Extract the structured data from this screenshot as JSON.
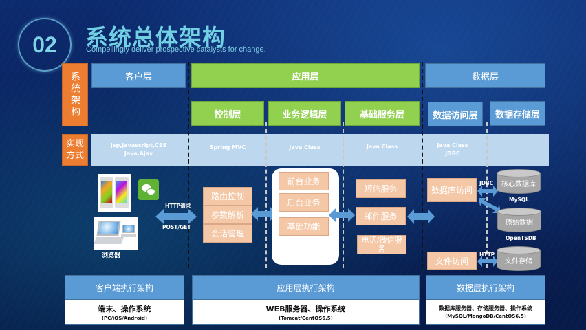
{
  "header": {
    "section_number": "02",
    "title": "系统总体架构",
    "subtitle": "Compellingly deliver prospective catalysts for change."
  },
  "row_labels": {
    "architecture": "系统架构",
    "implementation": "实现方式"
  },
  "layers": {
    "client": "客户层",
    "application": "应用层",
    "data": "数据层"
  },
  "sublayers": {
    "control": "控制层",
    "business_logic": "业务逻辑层",
    "base_service": "基础服务层",
    "data_access": "数据访问层",
    "data_storage": "数据存储层"
  },
  "implementation": {
    "client_line1": "Jsp,Javascript,CSS",
    "client_line2": "Java,Ajax",
    "control": "Spring MVC",
    "business_logic": "Java Class",
    "base_service": "Java Class",
    "data_access_line1": "Java Class",
    "data_access_line2": "JDBC"
  },
  "client": {
    "protocol_top": "HTTP请求",
    "protocol_bottom": "POST/GET",
    "browser_label": "浏览器",
    "icons": [
      "smartphone-icon",
      "wechat-icon",
      "laptop-icon"
    ]
  },
  "control_items": [
    "路由控制",
    "参数解析",
    "会话管理"
  ],
  "business_items": [
    "前台业务",
    "后台业务",
    "基础功能"
  ],
  "service_items": [
    "短信服务",
    "邮件服务",
    "电话/微信服务"
  ],
  "data_access_items": [
    "数据库访问",
    "文件访问"
  ],
  "storage": {
    "core_db": "核心数据库",
    "core_db_tech": "MySQL",
    "raw_data": "原始数据",
    "raw_data_tech": "OpenTSDB",
    "file_storage": "文件存储",
    "jdbc_label": "JDBC",
    "http_label": "HTTP"
  },
  "execution": {
    "client": {
      "title": "客户端执行架构",
      "main": "端末、操作系统",
      "sub": "(PC/iOS/Android)"
    },
    "application": {
      "title": "应用层执行架构",
      "main": "WEB服务器、操作系统",
      "sub": "(Tomcat/CentOS6.5)"
    },
    "data": {
      "title": "数据层执行架构",
      "main": "数据库服务器、存储服务器、操作系统",
      "sub": "(MySQL/MongoDB/CentOS6.5)"
    }
  },
  "colors": {
    "orange": "#ed7d31",
    "blue": "#5b9bd5",
    "green": "#92d050",
    "light_blue": "#bdd7ee",
    "peach": "#f4c7a6",
    "title_cyan": "#72d0e4"
  }
}
